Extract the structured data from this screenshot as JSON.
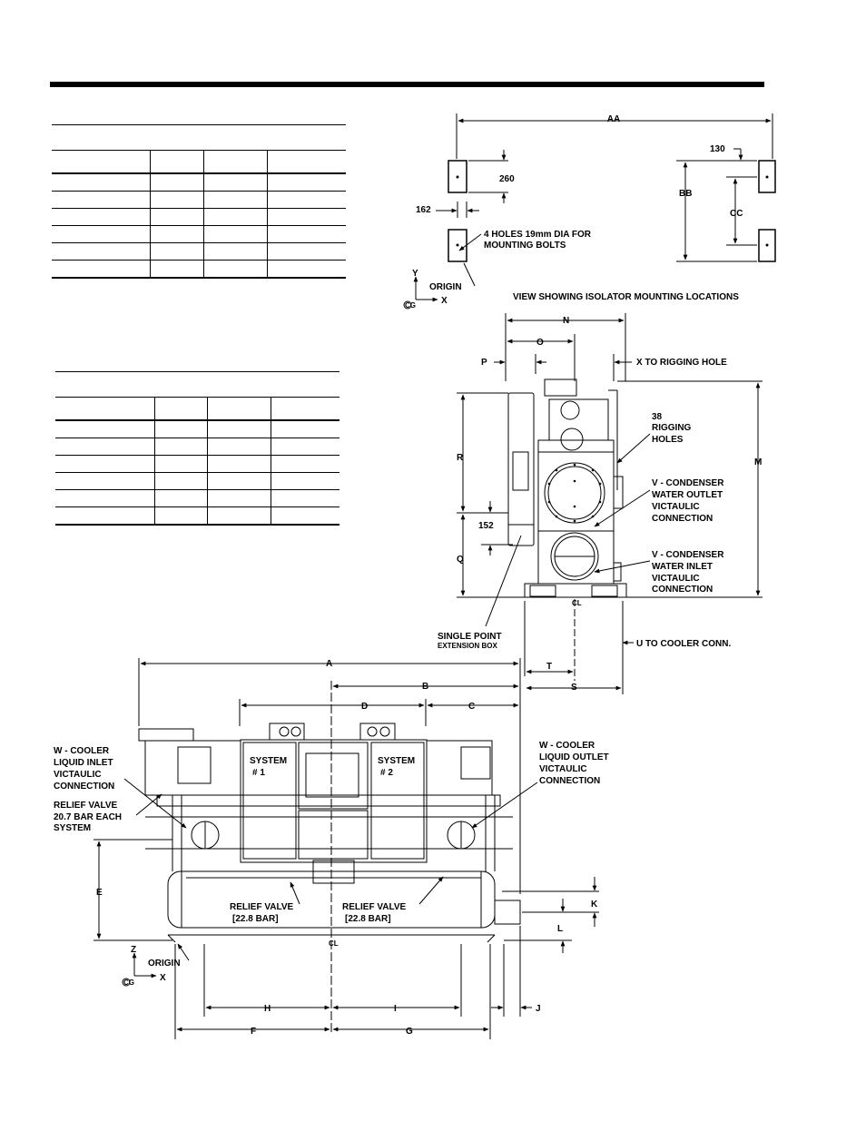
{
  "labels": {
    "AA": "AA",
    "n260": "260",
    "n162": "162",
    "n130": "130",
    "BB": "BB",
    "CC": "CC",
    "holes1": "4 HOLES  19mm DIA  FOR",
    "holes2": "MOUNTING BOLTS",
    "y": "Y",
    "x": "X",
    "z": "Z",
    "origin": "ORIGIN",
    "cg": "CG",
    "iso_caption": "VIEW SHOWING ISOLATOR MOUNTING LOCATIONS",
    "N": "N",
    "O": "O",
    "P": "P",
    "X_rig": "X  TO RIGGING HOLE",
    "rig1": "38",
    "rig2": "RIGGING",
    "rig3": "HOLES",
    "vout1": "V -  CONDENSER",
    "vout2": "WATER OUTLET",
    "vout3": "VICTAULIC",
    "vout4": "CONNECTION",
    "vin1": "V - CONDENSER",
    "vin2": "WATER INLET",
    "vin3": "VICTAULIC",
    "vin4": "CONNECTION",
    "R": "R",
    "M": "M",
    "n152": "152",
    "Q": "Q",
    "cl": "CL",
    "spe1": "SINGLE POINT",
    "spe2": "EXTENSION BOX",
    "U": "U  TO COOLER CONN.",
    "T": "T",
    "S": "S",
    "A": "A",
    "B": "B",
    "C": "C",
    "D": "D",
    "E": "E",
    "F": "F",
    "G": "G",
    "H": "H",
    "I": "I",
    "J": "J",
    "K": "K",
    "L": "L",
    "win1": "W - COOLER",
    "win2": "LIQUID INLET",
    "win3": "VICTAULIC",
    "win4": "CONNECTION",
    "wout1": "W - COOLER",
    "wout2": "LIQUID OUTLET",
    "wout3": "VICTAULIC",
    "wout4": "CONNECTION",
    "rv1": "RELIEF VALVE",
    "rv2": "20.7 BAR EACH",
    "rv3": "SYSTEM",
    "rvl1": "RELIEF VALVE",
    "rvl2": "[22.8 BAR]",
    "sys1a": "SYSTEM",
    "sys1b": "# 1",
    "sys2a": "SYSTEM",
    "sys2b": "# 2"
  }
}
